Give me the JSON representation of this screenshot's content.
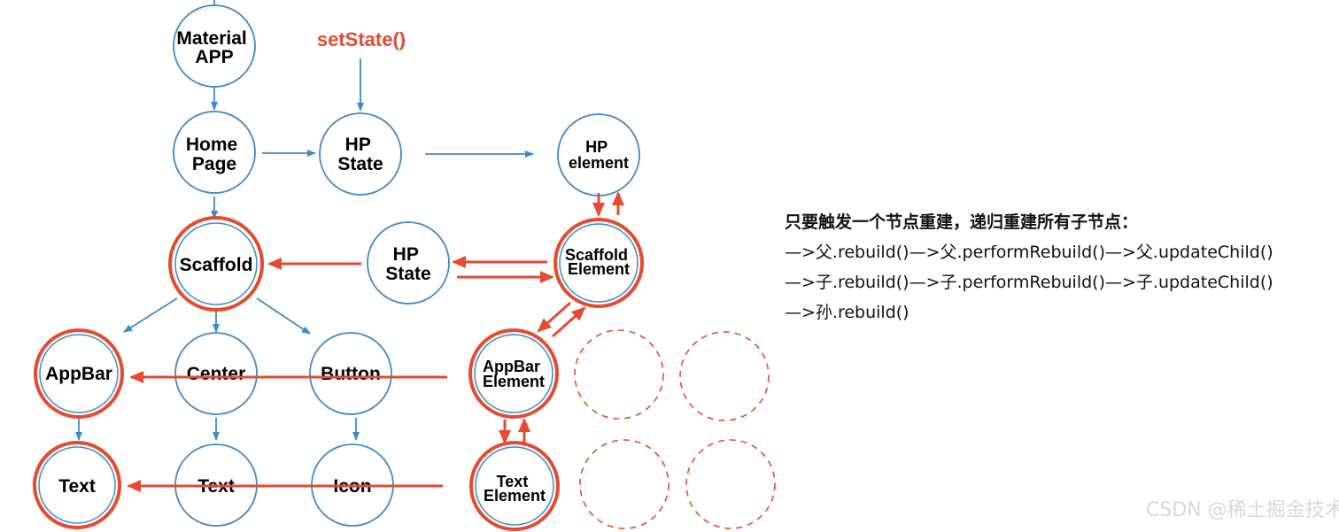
{
  "colors": {
    "blue": "#3b8bc9",
    "red": "#e64a2f"
  },
  "trigger": {
    "label": "setState()"
  },
  "nodes": {
    "material_app": {
      "lines": [
        "Material",
        "APP"
      ]
    },
    "home_page": {
      "lines": [
        "Home",
        "Page"
      ]
    },
    "hp_state_top": {
      "lines": [
        "HP",
        "State"
      ]
    },
    "hp_element": {
      "lines": [
        "HP",
        "element"
      ]
    },
    "scaffold": {
      "lines": [
        "Scaffold"
      ]
    },
    "hp_state_mid": {
      "lines": [
        "HP",
        "State"
      ]
    },
    "scaffold_element": {
      "lines": [
        "Scaffold",
        "Element"
      ]
    },
    "appbar": {
      "lines": [
        "AppBar"
      ]
    },
    "center": {
      "lines": [
        "Center"
      ]
    },
    "button": {
      "lines": [
        "Button"
      ]
    },
    "appbar_element": {
      "lines": [
        "AppBar",
        "Element"
      ]
    },
    "text_left": {
      "lines": [
        "Text"
      ]
    },
    "text_center": {
      "lines": [
        "Text"
      ]
    },
    "icon": {
      "lines": [
        "Icon"
      ]
    },
    "text_element": {
      "lines": [
        "Text",
        "Element"
      ]
    }
  },
  "notes": {
    "heading": "只要触发一个节点重建，递归重建所有子节点：",
    "lines": [
      "—>父.rebuild()—>父.performRebuild()—>父.updateChild()",
      "—>子.rebuild()—>子.performRebuild()—>子.updateChild()",
      "—>孙.rebuild()"
    ]
  },
  "watermark": "CSDN @稀土掘金技术社区"
}
